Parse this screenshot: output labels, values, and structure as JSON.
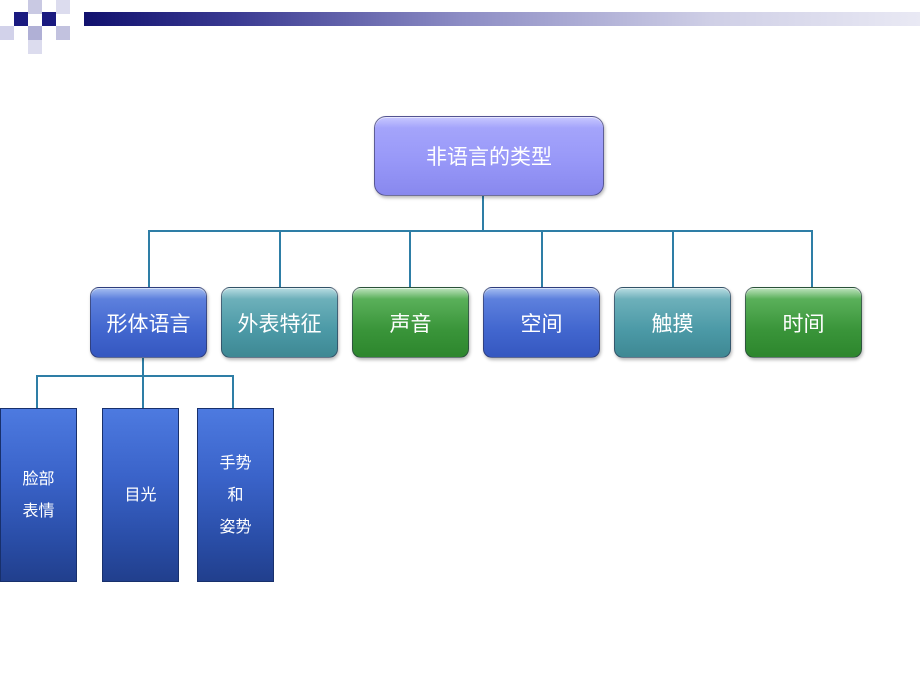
{
  "diagram": {
    "root": {
      "label": "非语言的类型",
      "color": "#9a9af7"
    },
    "categories": [
      {
        "label": "形体语言",
        "style": "blue"
      },
      {
        "label": "外表特征",
        "style": "teal"
      },
      {
        "label": "声音",
        "style": "green"
      },
      {
        "label": "空间",
        "style": "blue"
      },
      {
        "label": "触摸",
        "style": "teal"
      },
      {
        "label": "时间",
        "style": "green"
      }
    ],
    "sub_items": [
      {
        "lines": [
          "脸部",
          "表情"
        ]
      },
      {
        "lines": [
          "目光"
        ]
      },
      {
        "lines": [
          "手势",
          "和",
          "姿势"
        ]
      }
    ]
  },
  "colors": {
    "blue": "#4a6fd6",
    "teal": "#4e9ca8",
    "green": "#3c973c",
    "connector": "#2e7ea6",
    "header_navy": "#11116e"
  }
}
